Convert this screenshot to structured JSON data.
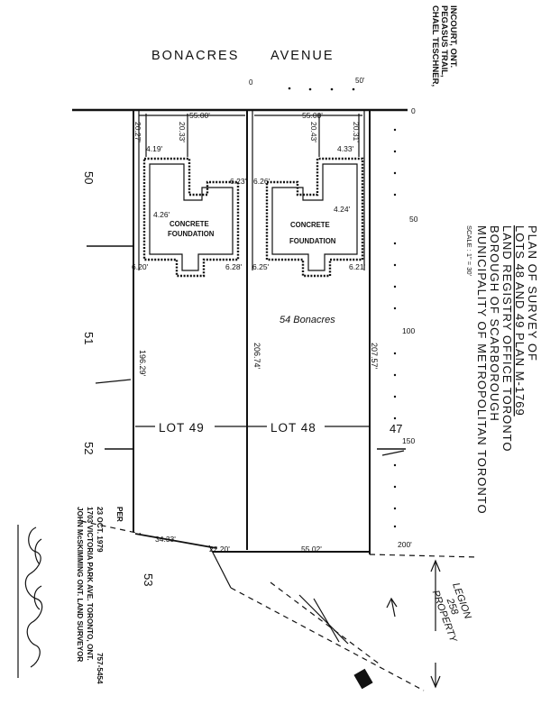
{
  "street": {
    "name": "BONACRES",
    "type": "AVENUE"
  },
  "scale_bar": {
    "start": "0",
    "end": "50'"
  },
  "surveyor_top": [
    "CHAEL TESCHNER,",
    "PEGASUS TRAIL,",
    "INCOURT, ONT."
  ],
  "title_block": {
    "line1": "PLAN   OF  SURVEY  OF",
    "line2": "LOTS   48  AND  49  PLAN  M-1769",
    "line3": "LAND   REGISTRY   OFFICE  TORONTO",
    "line4": "BOROUGH   OF  SCARBOROUGH",
    "line5": "MUNICIPALITY  OF  METROPOLITAN  TORONTO",
    "scale": "SCALE : 1\" = 30'"
  },
  "ruler_marks": [
    "0",
    "50",
    "100",
    "150",
    "200'"
  ],
  "adjacent_lots": [
    "50",
    "51",
    "52",
    "53",
    "47"
  ],
  "lots": [
    {
      "label": "LOT  49",
      "frontage": "55.00'",
      "rear": "34.33'",
      "rear2": "22.20'",
      "depth_left": "196.29'",
      "depth_right": "206.74'"
    },
    {
      "label": "LOT  48",
      "frontage": "55.00'",
      "rear": "55.02'",
      "depth_right": "207.57'"
    }
  ],
  "foundations": [
    {
      "label1": "CONCRETE",
      "label2": "FOUNDATION",
      "setback_front_left": "20.27'",
      "setback_front_right": "20.33'",
      "side_top": "4.19'",
      "side_mid": "4.26'",
      "side_right": "6.23'",
      "bottom_left": "6.20'",
      "bottom_right": "6.28'"
    },
    {
      "label1": "CONCRETE",
      "label2": "FOUNDATION",
      "setback_front_left": "20.43'",
      "setback_front_right": "20.31'",
      "side_top": "4.33'",
      "side_mid": "4.24'",
      "side_left": "6.26'",
      "bottom_left": "6.25'",
      "bottom_right": "6.21'"
    }
  ],
  "handwritten_address": "54 Bonacres",
  "neighbor": {
    "line1": "LEGION",
    "line2": "258",
    "line3": "PROPERTY"
  },
  "surveyor_block": {
    "line1": "JOHN  McSKIMMING  ONT. LAND  SURVEYOR",
    "line2": "1703  VICTORIA  PARK  AVE. TORONTO, ONT.",
    "line3": "23  OCT.  1979",
    "phone": "757-5454",
    "per": "PER"
  }
}
